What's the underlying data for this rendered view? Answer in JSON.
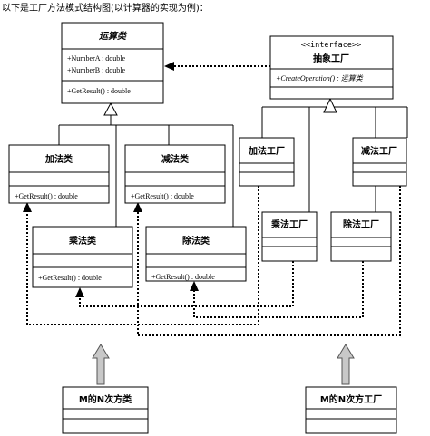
{
  "caption": "以下是工厂方法模式结构图(以计算器的实现为例)：",
  "classes": {
    "operation": {
      "name": "运算类",
      "attributes": [
        "+NumberA : double",
        "+NumberB : double"
      ],
      "methods": [
        "+GetResult() : double"
      ]
    },
    "add": {
      "name": "加法类",
      "methods": [
        "+GetResult() : double"
      ]
    },
    "sub": {
      "name": "减法类",
      "methods": [
        "+GetResult() : double"
      ]
    },
    "mul": {
      "name": "乘法类",
      "methods": [
        "+GetResult() : double"
      ]
    },
    "div": {
      "name": "除法类",
      "methods": [
        "+GetResult() : double"
      ]
    },
    "ifactory": {
      "stereotype": "<<interface>>",
      "name": "抽象工厂",
      "methods": [
        "+CreateOperation() : 运算类"
      ]
    },
    "add_factory": {
      "name": "加法工厂"
    },
    "sub_factory": {
      "name": "减法工厂"
    },
    "mul_factory": {
      "name": "乘法工厂"
    },
    "div_factory": {
      "name": "除法工厂"
    },
    "pow_class": {
      "name": "M的N次方类"
    },
    "pow_factory": {
      "name": "M的N次方工厂"
    }
  },
  "colors": {
    "line": "#000000",
    "extension_arrow_fill": "#c8c8c8"
  }
}
